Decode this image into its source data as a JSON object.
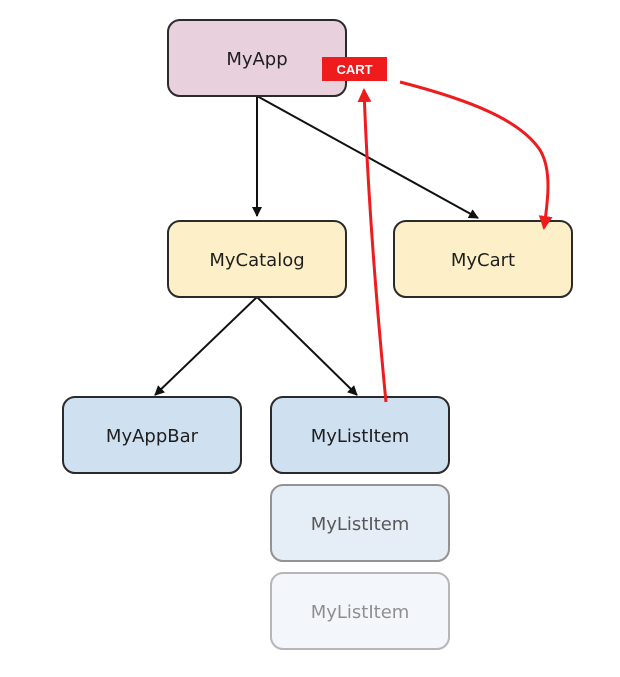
{
  "colors": {
    "app_fill": "#e8d0dc",
    "catalog_fill": "#fdf0c8",
    "leaf_fill": "#cfe0f1",
    "item_faded_1": "#dde8f4",
    "item_faded_2": "#e8eff7",
    "border": "#2a2a2a",
    "edge": "#111111",
    "accent_red": "#ee1c1c"
  },
  "nodes": {
    "my_app": "MyApp",
    "my_catalog": "MyCatalog",
    "my_cart": "MyCart",
    "my_app_bar": "MyAppBar",
    "my_list_item": "MyListItem",
    "my_list_item_2": "MyListItem",
    "my_list_item_3": "MyListItem"
  },
  "badge": {
    "label": "CART"
  }
}
